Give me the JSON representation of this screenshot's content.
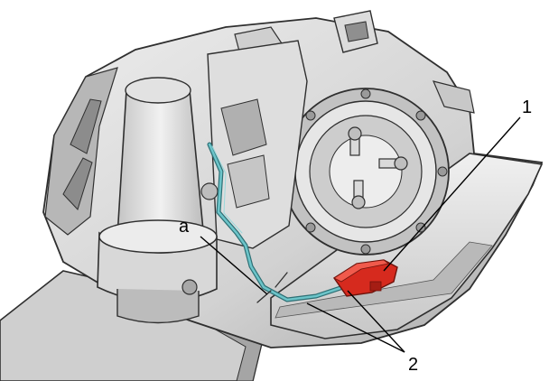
{
  "callouts": {
    "a": "a",
    "one": "1",
    "two": "2"
  },
  "colors": {
    "housing_light": "#e4e4e4",
    "housing_mid": "#c9c9c9",
    "housing_dark": "#9c9c9c",
    "outline": "#2f2f2f",
    "wire": "#5fb3b8",
    "connector": "#d62a1e"
  }
}
